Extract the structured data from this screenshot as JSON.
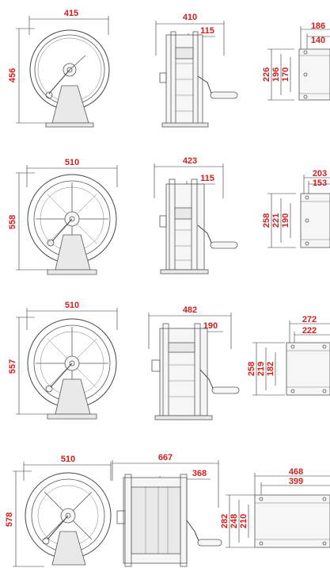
{
  "rows": [
    {
      "front": {
        "width": "415",
        "height": "456"
      },
      "side": {
        "width": "410",
        "offset": "115"
      },
      "base": {
        "w1": "186",
        "w2": "140",
        "h1": "226",
        "h2": "196",
        "h3": "170"
      }
    },
    {
      "front": {
        "width": "510",
        "height": "558"
      },
      "side": {
        "width": "423",
        "offset": "115"
      },
      "base": {
        "w1": "203",
        "w2": "153",
        "h1": "258",
        "h2": "221",
        "h3": "190"
      }
    },
    {
      "front": {
        "width": "510",
        "height": "557"
      },
      "side": {
        "width": "482",
        "offset": "190"
      },
      "base": {
        "w1": "272",
        "w2": "222",
        "h1": "258",
        "h2": "219",
        "h3": "182"
      }
    },
    {
      "front": {
        "width": "510",
        "height": "578"
      },
      "side": {
        "width": "667",
        "offset": "368"
      },
      "base": {
        "w1": "468",
        "w2": "399",
        "h1": "282",
        "h2": "248",
        "h3": "210"
      }
    }
  ],
  "colors": {
    "dimension": "#d21f1f",
    "line": "#555555"
  }
}
